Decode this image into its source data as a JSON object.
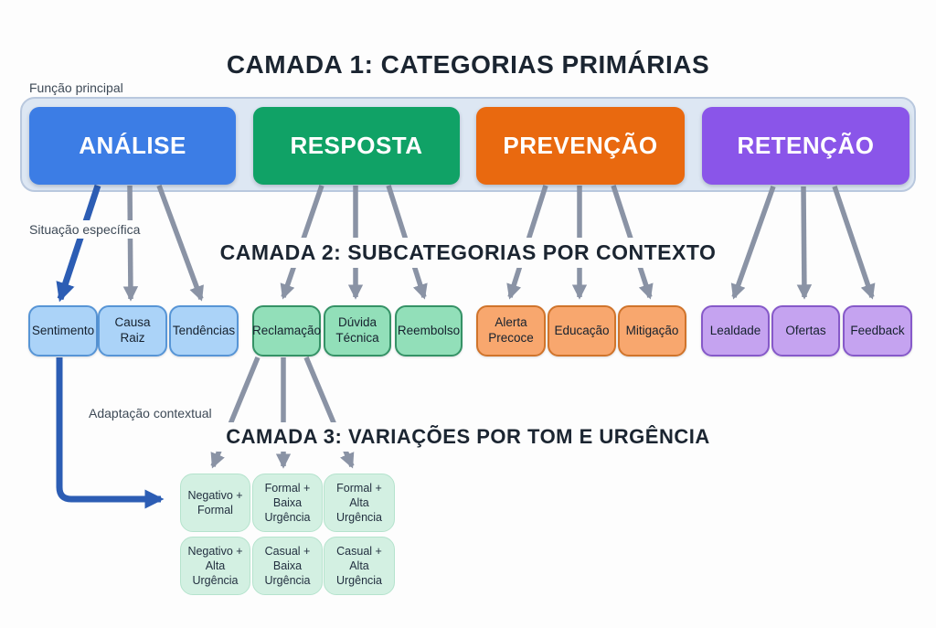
{
  "titles": {
    "layer1": "CAMADA 1: CATEGORIAS PRIMÁRIAS",
    "layer2": "CAMADA 2: SUBCATEGORIAS POR CONTEXTO",
    "layer3": "CAMADA 3: VARIAÇÕES POR TOM E URGÊNCIA"
  },
  "annotations": {
    "funcao_principal": "Função principal",
    "situacao_especifica": "Situação específica",
    "adaptacao_contextual": "Adaptação contextual"
  },
  "colors": {
    "page_background": "#fdfdfd",
    "title_text": "#1b2531",
    "annotation_text": "#3d4956",
    "container_fill": "#dde7f3",
    "container_border": "#b9c8de",
    "arrow_gray": "#8a93a5",
    "arrow_blue": "#2c5db4",
    "primary_text": "#ffffff",
    "box_text": "#16212e"
  },
  "layer1": {
    "items": [
      {
        "label": "ANÁLISE",
        "fill": "#3c7de5"
      },
      {
        "label": "RESPOSTA",
        "fill": "#10a266"
      },
      {
        "label": "PREVENÇÃO",
        "fill": "#e9690f"
      },
      {
        "label": "RETENÇÃO",
        "fill": "#8a55e9"
      }
    ]
  },
  "layer2": {
    "items": [
      {
        "label": "Sentimento",
        "parent": "ANÁLISE",
        "fill": "#abd3f8",
        "border": "#5795d6"
      },
      {
        "label": "Causa Raiz",
        "parent": "ANÁLISE",
        "fill": "#abd3f8",
        "border": "#5795d6"
      },
      {
        "label": "Tendências",
        "parent": "ANÁLISE",
        "fill": "#abd3f8",
        "border": "#5795d6"
      },
      {
        "label": "Reclamação",
        "parent": "RESPOSTA",
        "fill": "#92dfb9",
        "border": "#359266"
      },
      {
        "label": "Dúvida Técnica",
        "parent": "RESPOSTA",
        "fill": "#92dfb9",
        "border": "#359266"
      },
      {
        "label": "Reembolso",
        "parent": "RESPOSTA",
        "fill": "#92dfb9",
        "border": "#359266"
      },
      {
        "label": "Alerta Precoce",
        "parent": "PREVENÇÃO",
        "fill": "#f8a76e",
        "border": "#d0742b"
      },
      {
        "label": "Educação",
        "parent": "PREVENÇÃO",
        "fill": "#f8a76e",
        "border": "#d0742b"
      },
      {
        "label": "Mitigação",
        "parent": "PREVENÇÃO",
        "fill": "#f8a76e",
        "border": "#d0742b"
      },
      {
        "label": "Lealdade",
        "parent": "RETENÇÃO",
        "fill": "#c5a3f0",
        "border": "#8659c9"
      },
      {
        "label": "Ofertas",
        "parent": "RETENÇÃO",
        "fill": "#c5a3f0",
        "border": "#8659c9"
      },
      {
        "label": "Feedback",
        "parent": "RETENÇÃO",
        "fill": "#c5a3f0",
        "border": "#8659c9"
      }
    ]
  },
  "layer3": {
    "fill": "#d3f0e2",
    "border": "#b5e3cd",
    "items": [
      "Negativo + Formal",
      "Formal + Baixa Urgência",
      "Formal + Alta Urgência",
      "Negativo + Alta Urgência",
      "Casual + Baixa Urgência",
      "Casual + Alta Urgência"
    ]
  }
}
